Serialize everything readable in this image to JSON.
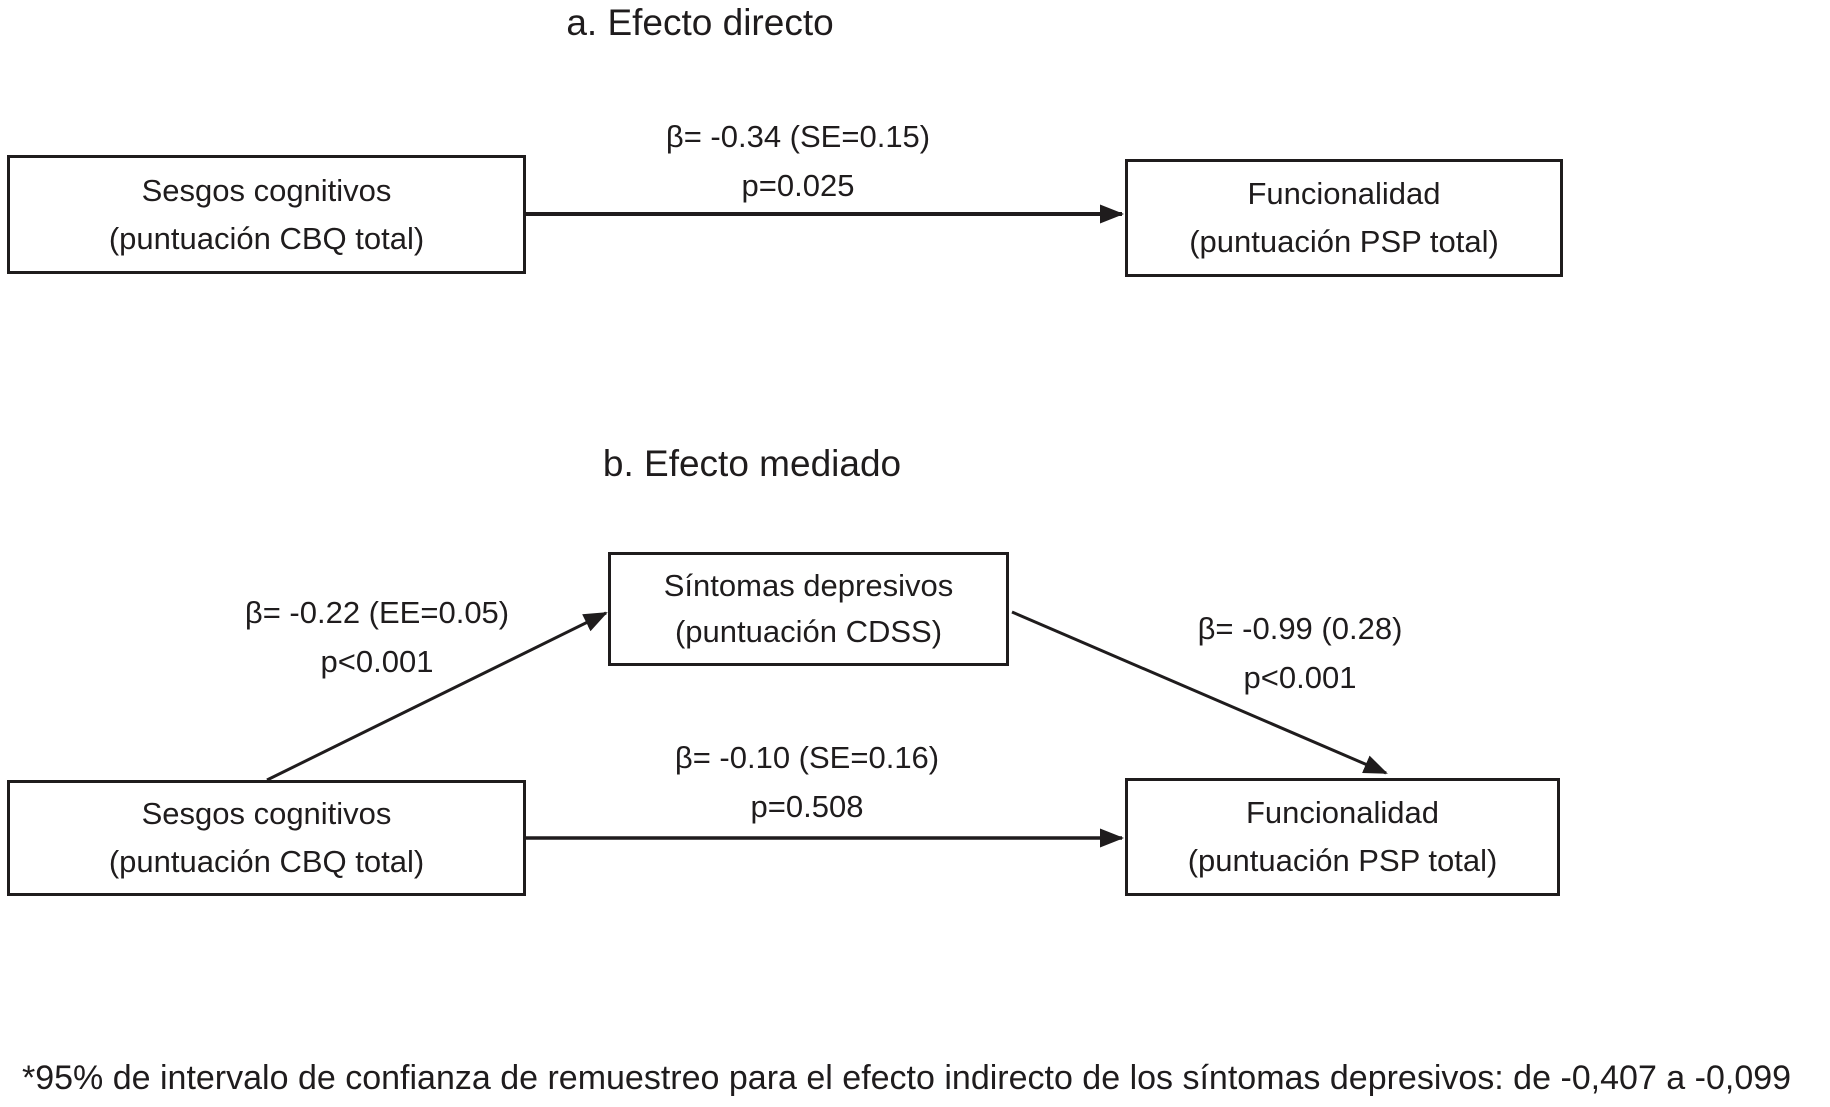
{
  "page": {
    "background_color": "#ffffff",
    "line_color": "#1f1c1d"
  },
  "panel_a": {
    "title": "a. Efecto directo",
    "predictor_box": {
      "line1": "Sesgos cognitivos",
      "line2": "(puntuación CBQ total)"
    },
    "outcome_box": {
      "line1": "Funcionalidad",
      "line2": "(puntuación PSP total)"
    },
    "direct_path": {
      "line1": "β= -0.34 (SE=0.15)",
      "line2": "p=0.025"
    }
  },
  "panel_b": {
    "title": "b. Efecto mediado",
    "mediator_box": {
      "line1": "Síntomas depresivos",
      "line2": "(puntuación CDSS)"
    },
    "predictor_box": {
      "line1": "Sesgos cognitivos",
      "line2": "(puntuación CBQ total)"
    },
    "outcome_box": {
      "line1": "Funcionalidad",
      "line2": "(puntuación PSP total)"
    },
    "path_predictor_to_mediator": {
      "line1": "β= -0.22 (EE=0.05)",
      "line2": "p<0.001"
    },
    "path_mediator_to_outcome": {
      "line1": "β= -0.99 (0.28)",
      "line2": "p<0.001"
    },
    "path_predictor_to_outcome": {
      "line1": "β= -0.10 (SE=0.16)",
      "line2": "p=0.508"
    }
  },
  "footnote": "*95% de intervalo de confianza de remuestreo para el efecto indirecto de los síntomas depresivos: de -0,407 a -0,099"
}
